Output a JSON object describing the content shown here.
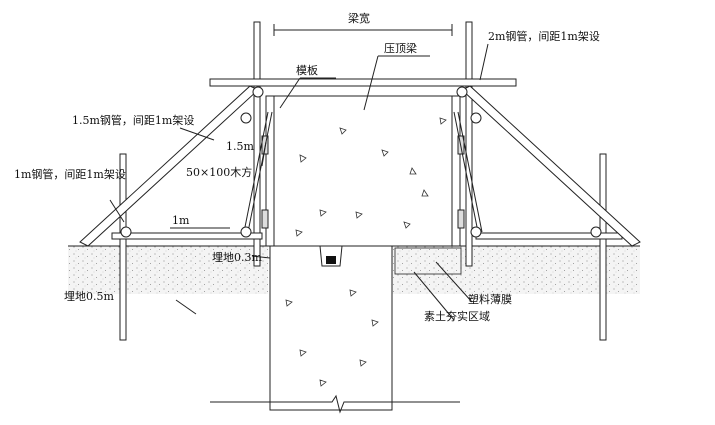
{
  "labels": {
    "beam_width": "梁宽",
    "crown_beam": "压顶梁",
    "formwork": "模板",
    "pipe_2m": "2m钢管，间距1m架设",
    "pipe_1_5m": "1.5m钢管，间距1m架设",
    "dim_1_5m": "1.5m",
    "timber": "50×100木方",
    "pipe_1m": "1m钢管，间距1m架设",
    "dim_1m": "1m",
    "embed_0_3m": "埋地0.3m",
    "embed_0_5m": "埋地0.5m",
    "plastic_film": "塑料薄膜",
    "plain_soil": "素土夯实区域"
  }
}
